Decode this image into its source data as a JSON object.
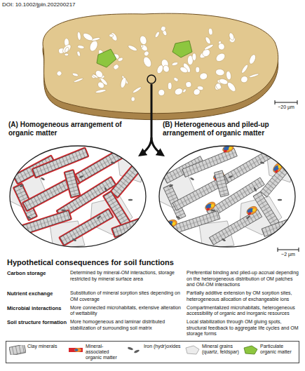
{
  "diagram": {
    "title": "Hypothetical consequences for soil functions",
    "nodes": [
      {
        "text": [
          "(A) Homogeneous arrangement of organic matter"
        ]
      },
      {
        "text": [
          "(B) Heterogeneous and piled-up arrangement of organic matter"
        ]
      }
    ],
    "labels": [
      "DOI: 10.1002/jpln.202200217",
      "~20 µm",
      "~2 µm",
      "Carbon storage",
      "Determined by mineral-OM interactions, storage restricted by mineral surface area",
      "Preferential binding and piled-up accrual depending on the heterogeneous distribution of OM patches and OM-OM interactions",
      "Nutrient exchange",
      "Substitution of mineral sorption sites depending on OM coverage",
      "Partially additive extension by OM sorption sites, heterogeneous allocation of exchangeable ions",
      "Microbial interactions",
      "More connected microhabitats, extensive alteration of wettability",
      "Compartmentalized microhabitats, heterogeneous accessibility of organic and inorganic resources",
      "Soil structure formation",
      "More homogeneous and laminar distributed stabilization of surrounding soil matrix",
      "Local stabilization through OM gluing spots, structural feedback to aggregate life cycles and OM storage forms"
    ],
    "legend": [
      {
        "text": "Clay minerals"
      },
      {
        "text": "Mineral-associated organic matter"
      },
      {
        "text": "Iron (hydr)oxides"
      },
      {
        "text": "Mineral grains (quartz, feldspar)",
        "color": "#ececec"
      },
      {
        "text": "Particulate organic matter",
        "color": "#8dc63f"
      }
    ]
  }
}
